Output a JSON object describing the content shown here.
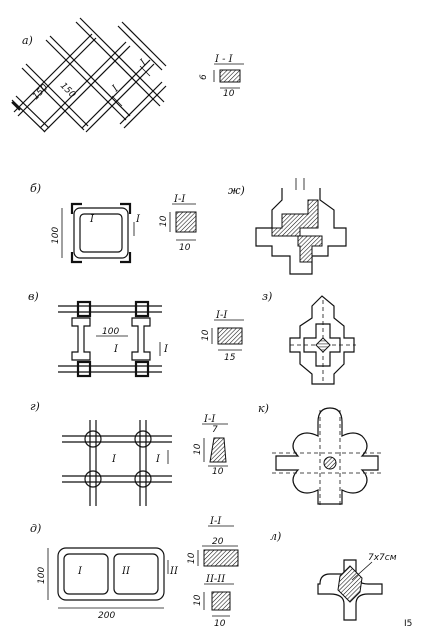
{
  "panels": {
    "a": {
      "label": "а)",
      "dims": [
        "150",
        "150"
      ],
      "cut_marks": [
        "I",
        "I"
      ],
      "section": {
        "title": "I - I",
        "height": "6",
        "width": "10"
      }
    },
    "b": {
      "label": "б)",
      "dims": [
        "100"
      ],
      "cut_marks": [
        "I",
        "I"
      ],
      "section": {
        "title": "I-I",
        "height": "10",
        "width": "10"
      }
    },
    "v": {
      "label": "в)",
      "dims": [
        "100"
      ],
      "cut_marks": [
        "I",
        "I"
      ],
      "section": {
        "title": "I-I",
        "height": "10",
        "width": "15"
      }
    },
    "g": {
      "label": "г)",
      "cut_marks": [
        "I",
        "I"
      ],
      "section": {
        "title": "I-I",
        "top": "7",
        "height": "10",
        "width": "10"
      }
    },
    "d": {
      "label": "д)",
      "dims": [
        "100",
        "200"
      ],
      "cut_marks": [
        "I",
        "II",
        "II"
      ],
      "section1": {
        "title": "I-I",
        "height": "10",
        "width": "20"
      },
      "section2": {
        "title": "II-II",
        "height": "10",
        "width": "10"
      }
    },
    "zh": {
      "label": "ж)"
    },
    "z": {
      "label": "з)"
    },
    "k": {
      "label": "к)"
    },
    "l": {
      "label": "л)",
      "note": "7x7см"
    }
  },
  "page_number": "I5"
}
